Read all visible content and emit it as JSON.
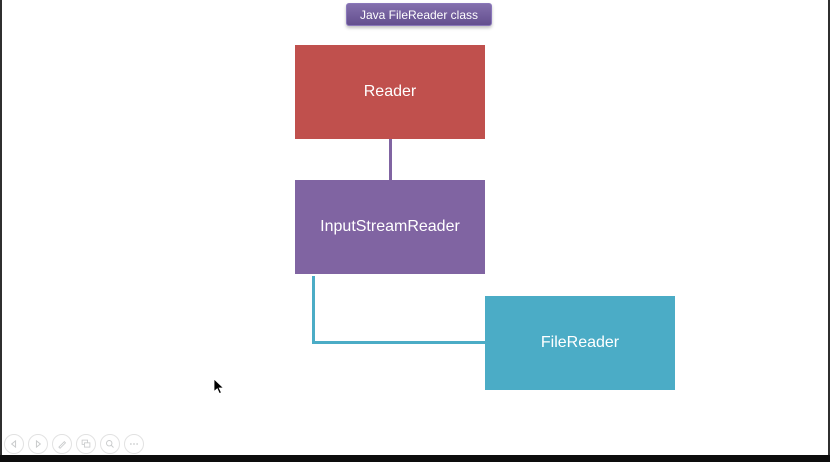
{
  "slide": {
    "badge": {
      "label": "Java FileReader class",
      "bg": "#6f589f",
      "border": "#8a77ba"
    },
    "nodes": [
      {
        "label": "Reader",
        "color": "#c0504d"
      },
      {
        "label": "InputStreamReader",
        "color": "#8064a2"
      },
      {
        "label": "FileReader",
        "color": "#4bacc6"
      }
    ],
    "connectors": [
      {
        "from": "Reader",
        "to": "InputStreamReader",
        "color": "#8064a2"
      },
      {
        "from": "InputStreamReader",
        "to": "FileReader",
        "color": "#4bacc6"
      }
    ],
    "text_color": "#ffffff",
    "background": "#ffffff"
  },
  "toolbar": {
    "buttons": [
      {
        "name": "previous-slide"
      },
      {
        "name": "next-slide"
      },
      {
        "name": "pen-tools"
      },
      {
        "name": "see-all-slides"
      },
      {
        "name": "zoom-slide"
      },
      {
        "name": "more-options"
      }
    ],
    "glyph_color": "#c9cbcc"
  },
  "chrome": {
    "letterbox_color": "#0d0d0d",
    "edge_color": "#2f2f2f"
  }
}
